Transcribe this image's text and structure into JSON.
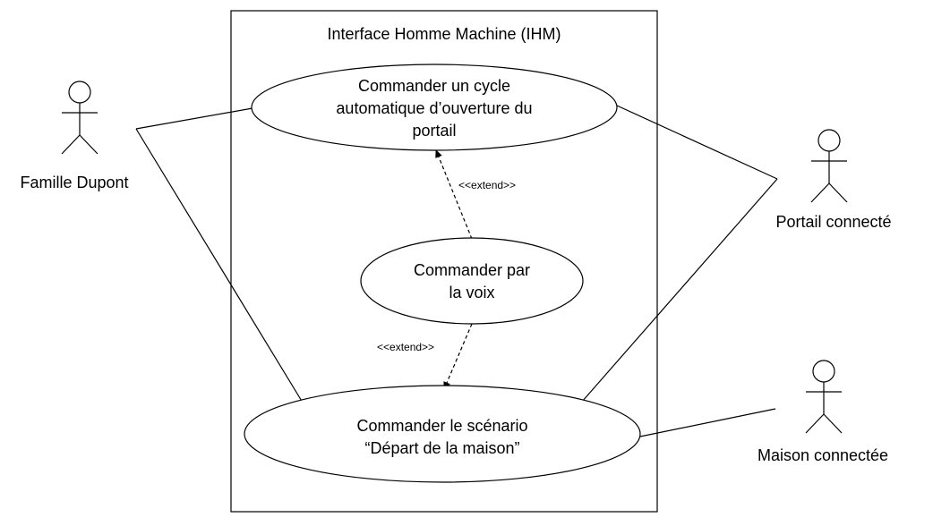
{
  "system": {
    "title": "Interface Homme Machine (IHM)"
  },
  "actors": {
    "famille": {
      "name": "Famille Dupont"
    },
    "portail": {
      "name": "Portail connecté"
    },
    "maison": {
      "name": "Maison connectée"
    }
  },
  "use_cases": {
    "cycle": {
      "lines": [
        "Commander un cycle",
        "automatique d’ouverture du",
        "portail"
      ]
    },
    "voix": {
      "lines": [
        "Commander par",
        "la voix"
      ]
    },
    "scenario": {
      "lines": [
        "Commander le scénario",
        "“Départ de la maison”"
      ]
    }
  },
  "relations": {
    "extend_top": "<<extend>>",
    "extend_bottom": "<<extend>>"
  },
  "colors": {
    "stroke": "#000000",
    "background": "#ffffff"
  }
}
